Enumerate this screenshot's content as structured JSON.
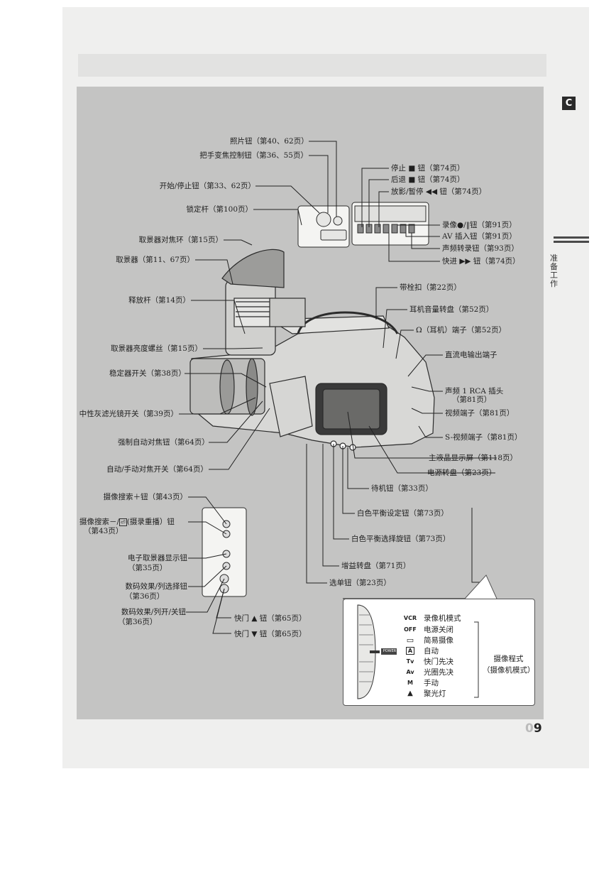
{
  "page": {
    "section_tab": "C",
    "side_title": "准备工作",
    "page_number": "9",
    "page_number_prefix": "0"
  },
  "labels": {
    "photo_btn": "照片钮（第40、62页）",
    "handle_zoom": "把手变焦控制钮（第36、55页）",
    "start_stop": "开始/停止钮（第33、62页）",
    "lock_lever": "锁定杆（第100页）",
    "vf_focus_ring": "取景器对焦环（第15页）",
    "viewfinder": "取景器（第11、67页）",
    "release_lever": "释放杆（第14页）",
    "vf_brightness": "取景器亮度螺丝（第15页）",
    "stabilizer": "稳定器开关（第38页）",
    "nd_filter": "中性灰滤光镜开关（第39页）",
    "push_af": "强制自动对焦钮（第64页）",
    "af_mf": "自动/手动对焦开关（第64页）",
    "search_plus": "摄像搜索＋钮（第43页）",
    "search_minus": "摄像搜索－/",
    "search_minus_rest": "(摄录重播）钮",
    "search_minus_page": "（第43页）",
    "evf_display": "电子取景器显示钮",
    "evf_display_page": "（第35页）",
    "effect_select": "数码效果/列选择钮",
    "effect_select_page": "（第36页）",
    "effect_onoff": "数码效果/列开/关钮",
    "effect_onoff_page": "（第36页）",
    "shutter_up": "快门 ▲ 钮（第65页）",
    "shutter_down": "快门 ▼ 钮（第65页）",
    "stop": "停止 ■ 钮（第74页）",
    "rewind": "后退 ■ 钮（第74页）",
    "play_pause": "放影/暂停 ◀◀ 钮（第74页）",
    "record": "录像●/‖钮（第91页）",
    "av_insert": "AV 插入钮（第91页）",
    "audio_dub": "声频转录钮（第93页）",
    "ffwd": "快进 ▶▶ 钮（第74页）",
    "tape_latch": "带栓扣（第22页）",
    "headphone_vol": "耳机音量转盘（第52页）",
    "headphone_jack": "Ω（耳机）端子（第52页）",
    "dc_out": "直流电输出端子",
    "audio_rca": "声频 1 RCA 插头",
    "audio_rca_page": "（第81页）",
    "video_jack": "视频端子（第81页）",
    "s_video": "S-视频端子（第81页）",
    "lcd": "主液晶显示屏（第118页）",
    "power_dial": "电源转盘（第23页）",
    "standby": "待机钮（第33页）",
    "wb_set": "白色平衡设定钮（第73页）",
    "wb_dial": "白色平衡选择旋钮（第73页）",
    "gain": "增益转盘（第71页）",
    "menu": "选单钮（第23页）"
  },
  "legend": {
    "power_tag": "POWER",
    "items": [
      {
        "code": "VCR",
        "text": "录像机模式"
      },
      {
        "code": "OFF",
        "text": "电源关闭"
      },
      {
        "code": "▭",
        "text": "简易摄像"
      },
      {
        "code": "A",
        "text": "自动"
      },
      {
        "code": "Tv",
        "text": "快门先决"
      },
      {
        "code": "Av",
        "text": "光圈先决"
      },
      {
        "code": "M",
        "text": "手动"
      },
      {
        "code": "▲",
        "text": "聚光灯"
      }
    ],
    "mode_title": "摄像程式",
    "mode_sub": "（摄像机模式）"
  },
  "colors": {
    "panel": "#c4c4c3",
    "page": "#efefee",
    "ink": "#1e1e1e"
  }
}
